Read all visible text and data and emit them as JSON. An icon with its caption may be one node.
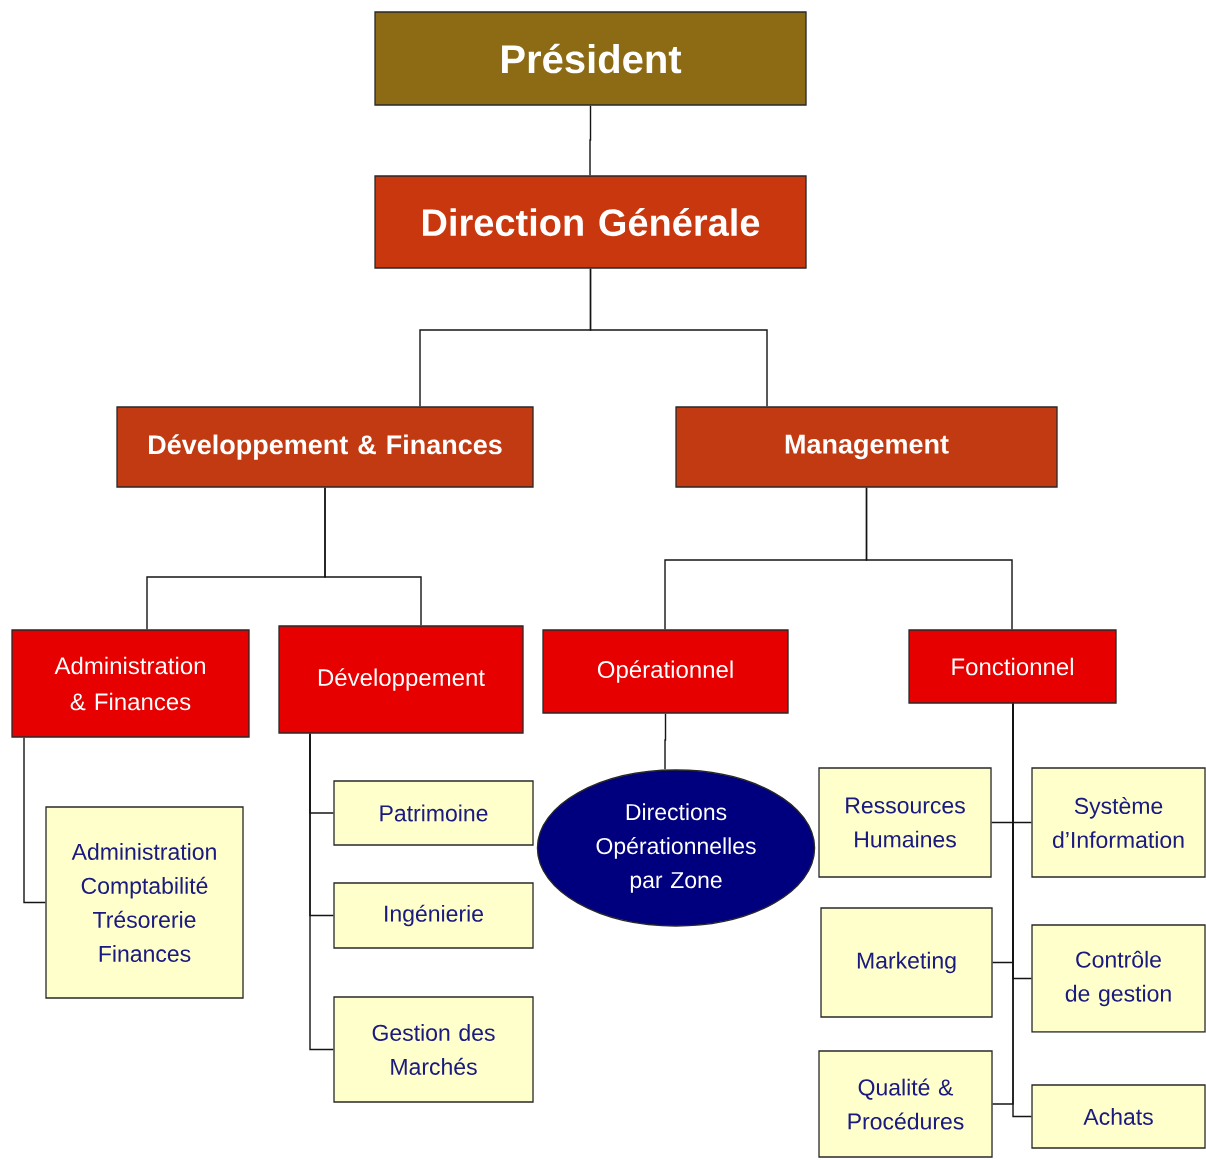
{
  "diagram": {
    "nodes": [
      {
        "text": [
          "Président"
        ]
      },
      {
        "text": [
          "Direction Générale"
        ]
      },
      {
        "text": [
          "Développement & Finances"
        ]
      },
      {
        "text": [
          "Management"
        ]
      },
      {
        "text": [
          "Administration & Finances"
        ]
      },
      {
        "text": [
          "Développement"
        ]
      },
      {
        "text": [
          "Opérationnel"
        ]
      },
      {
        "text": [
          "Fonctionnel"
        ]
      },
      {
        "text": [
          "Administration Comptabilité Trésorerie Finances"
        ]
      },
      {
        "text": [
          "Patrimoine"
        ]
      },
      {
        "text": [
          "Ingénierie"
        ]
      },
      {
        "text": [
          "Gestion des Marchés"
        ]
      },
      {
        "text": [
          "Directions Opérationnelles par Zone"
        ]
      },
      {
        "text": [
          "Ressources Humaines"
        ]
      },
      {
        "text": [
          "Système d’Information"
        ]
      },
      {
        "text": [
          "Marketing"
        ]
      },
      {
        "text": [
          "Contrôle de gestion"
        ]
      },
      {
        "text": [
          "Qualité & Procédures"
        ]
      },
      {
        "text": [
          "Achats"
        ]
      }
    ],
    "edges": [
      {
        "from": 0,
        "to": 1,
        "arrow": "none"
      },
      {
        "from": 1,
        "to": 2,
        "arrow": "none"
      },
      {
        "from": 1,
        "to": 3,
        "arrow": "none"
      },
      {
        "from": 2,
        "to": 4,
        "arrow": "none"
      },
      {
        "from": 2,
        "to": 5,
        "arrow": "none"
      },
      {
        "from": 3,
        "to": 6,
        "arrow": "none"
      },
      {
        "from": 3,
        "to": 7,
        "arrow": "none"
      },
      {
        "from": 4,
        "to": 8,
        "arrow": "none"
      },
      {
        "from": 5,
        "to": 9,
        "arrow": "none"
      },
      {
        "from": 5,
        "to": 10,
        "arrow": "none"
      },
      {
        "from": 5,
        "to": 11,
        "arrow": "none"
      },
      {
        "from": 6,
        "to": 12,
        "arrow": "none"
      },
      {
        "from": 7,
        "to": 13,
        "arrow": "none"
      },
      {
        "from": 7,
        "to": 14,
        "arrow": "none"
      },
      {
        "from": 7,
        "to": 15,
        "arrow": "none"
      },
      {
        "from": 7,
        "to": 16,
        "arrow": "none"
      },
      {
        "from": 7,
        "to": 17,
        "arrow": "none"
      },
      {
        "from": 7,
        "to": 18,
        "arrow": "none"
      }
    ]
  }
}
